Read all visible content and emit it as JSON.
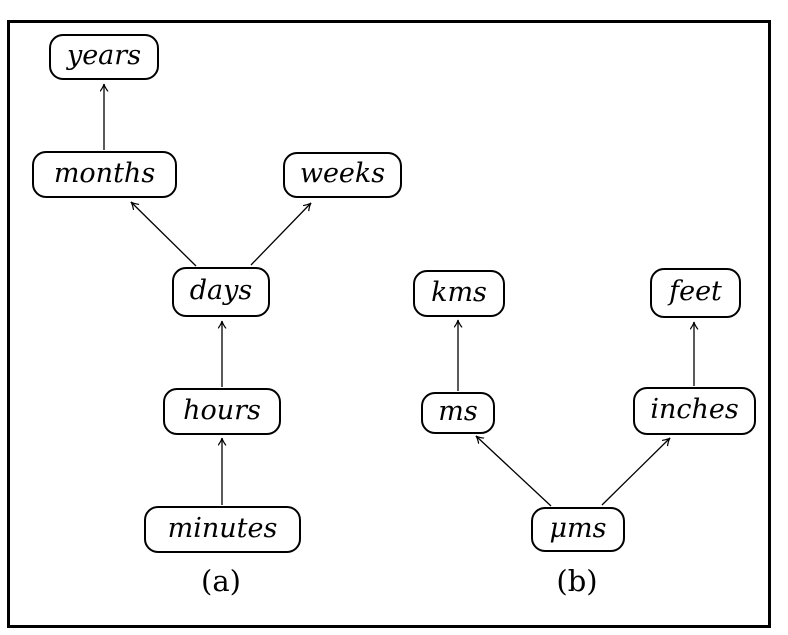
{
  "panels": {
    "a": {
      "label": "(a)",
      "nodes": {
        "years": "years",
        "months": "months",
        "weeks": "weeks",
        "days": "days",
        "hours": "hours",
        "minutes": "minutes"
      },
      "edges": [
        {
          "from": "months",
          "to": "years"
        },
        {
          "from": "days",
          "to": "months"
        },
        {
          "from": "days",
          "to": "weeks"
        },
        {
          "from": "hours",
          "to": "days"
        },
        {
          "from": "minutes",
          "to": "hours"
        }
      ]
    },
    "b": {
      "label": "(b)",
      "nodes": {
        "kms": "kms",
        "feet": "feet",
        "ms": "ms",
        "inches": "inches",
        "ums": "μms"
      },
      "edges": [
        {
          "from": "ms",
          "to": "kms"
        },
        {
          "from": "inches",
          "to": "feet"
        },
        {
          "from": "ums",
          "to": "ms"
        },
        {
          "from": "ums",
          "to": "inches"
        }
      ]
    }
  },
  "colors": {
    "line": "#000000",
    "node_fill": "#ffffff",
    "background": "#ffffff"
  }
}
